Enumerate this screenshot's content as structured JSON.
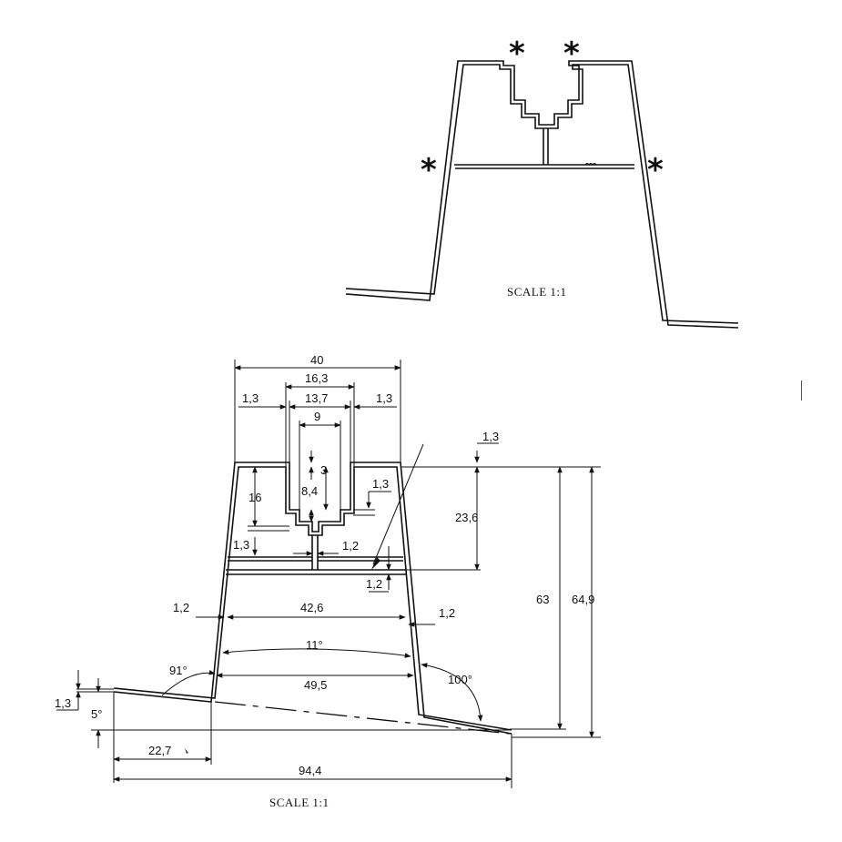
{
  "top_drawing": {
    "scale_label": "SCALE 1:1",
    "markers": [
      "*",
      "*",
      "*",
      "*"
    ]
  },
  "bottom_drawing": {
    "scale_label": "SCALE 1:1",
    "dimensions": {
      "overall_top_width": "40",
      "inner_slot_outer_width": "16,3",
      "inner_slot_width": "13,7",
      "wall_left": "1,3",
      "wall_right": "1,3",
      "slot_neck_width": "9",
      "neck_depth": "3",
      "slot_depth": "8,4",
      "top_wall_thickness": "1,3",
      "upper_chamber_height": "23,6",
      "side_depth": "16",
      "step_thickness": "1,3",
      "shelf_thickness_left": "1,3",
      "web_thickness": "1,2",
      "floor_thickness": "1,2",
      "floor_width": "42,6",
      "wall_thickness_left": "1,2",
      "wall_thickness_right": "1,2",
      "taper_angle": "11°",
      "left_angle": "91°",
      "base_width": "49,5",
      "right_angle": "100°",
      "height_inner": "63",
      "height_outer": "64,9",
      "flange_thickness": "1,3",
      "flange_angle": "5°",
      "flange_length": "22,7",
      "overall_width": "94,4"
    }
  }
}
